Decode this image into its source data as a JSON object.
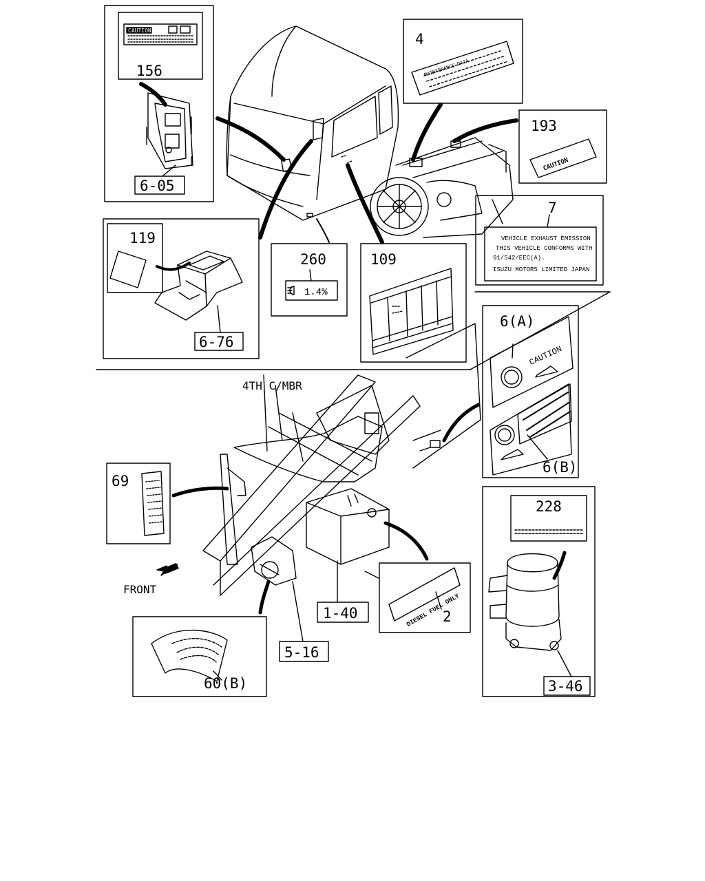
{
  "labels": {
    "l156": "156",
    "l605": "6-05",
    "l4": "4",
    "l193": "193",
    "l7": "7",
    "l119": "119",
    "l676": "6-76",
    "l260": "260",
    "l109": "109",
    "l6a": "6(A)",
    "l6b": "6(B)",
    "l69": "69",
    "l228": "228",
    "l140": "1-40",
    "l2": "2",
    "l516": "5-16",
    "l60b": "60(B)",
    "l346": "3-46",
    "member": "4TH C/MBR",
    "front": "FRONT"
  },
  "decals": {
    "emission_line1": "VEHICLE EXHAUST EMISSION",
    "emission_line2": "THIS VEHICLE CONFORMS WITH",
    "emission_line3": "91/542/EEC(A).",
    "emission_line4": "ISUZU MOTORS LIMITED JAPAN",
    "caution_a": "CAUTION",
    "caution_193": "CAUTION",
    "caution_156": "CAUTION",
    "maintenance": "MAINTENANCE DATA",
    "headlamp_value": "1.4%",
    "diesel": "DIESEL FUEL ONLY"
  }
}
